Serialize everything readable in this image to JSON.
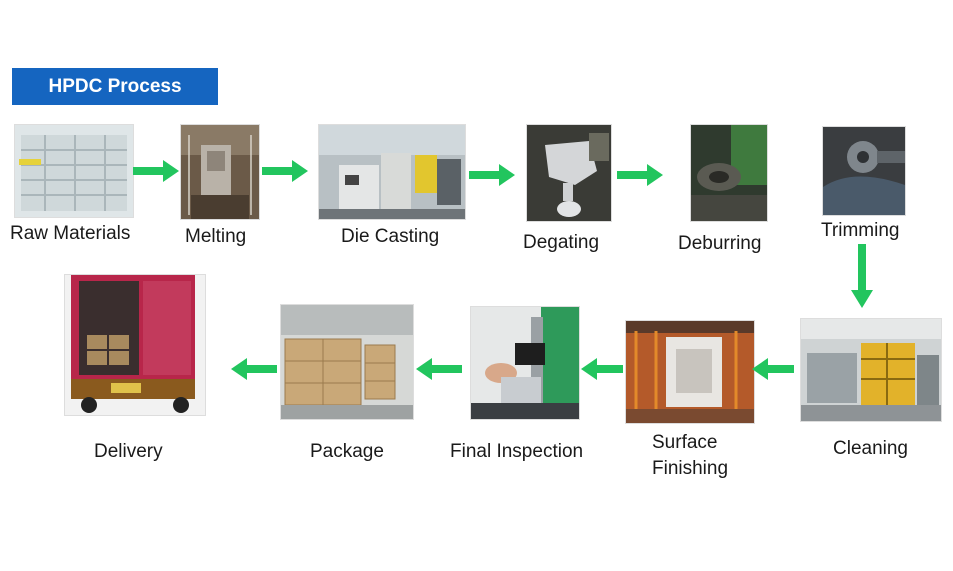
{
  "title": "HPDC Process",
  "steps": {
    "raw_materials": "Raw Materials",
    "melting": "Melting",
    "die_casting": "Die Casting",
    "degating": "Degating",
    "deburring": "Deburring",
    "trimming": "Trimming",
    "cleaning": "Cleaning",
    "surface_finishing_1": "Surface",
    "surface_finishing_2": "Finishing",
    "final_inspection": "Final Inspection",
    "package": "Package",
    "delivery": "Delivery"
  },
  "colors": {
    "title_bg": "#1565c0",
    "arrow": "#22c55e"
  }
}
